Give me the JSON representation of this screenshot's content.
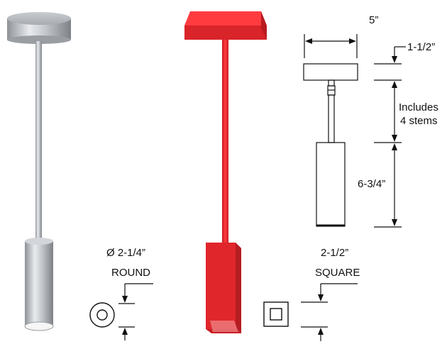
{
  "dimensions": {
    "canopy_width": "5”",
    "canopy_height": "1-1/2”",
    "stem_note_line1": "Includes",
    "stem_note_line2": "4 stems",
    "shade_height": "6-3/4”"
  },
  "round_option": {
    "size": "Ø 2-1/4”",
    "shape": "ROUND"
  },
  "square_option": {
    "size": "2-1/2”",
    "shape": "SQUARE"
  },
  "colors": {
    "silver": "#b9bdc2",
    "red": "#e0262b",
    "line": "#111111"
  }
}
